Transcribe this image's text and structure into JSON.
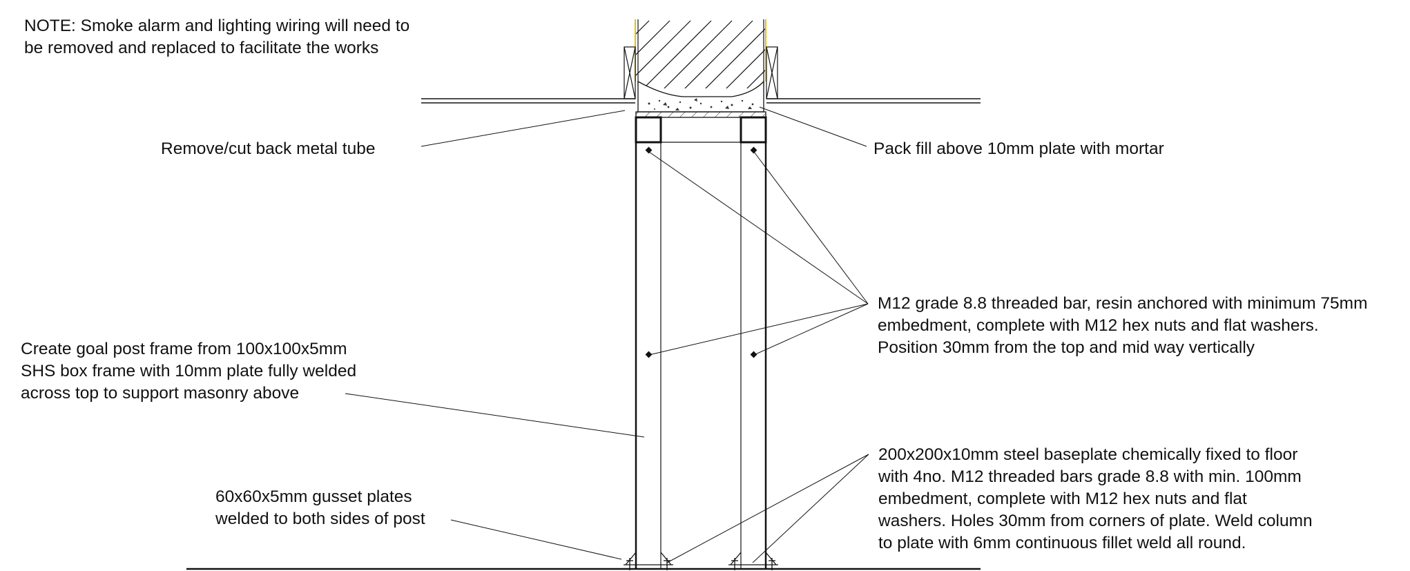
{
  "note": {
    "line1": "NOTE: Smoke alarm and lighting wiring will need to",
    "line2": "be removed and replaced to facilitate the works"
  },
  "labels": {
    "remove_tube": "Remove/cut back metal tube",
    "pack_fill": "Pack fill above 10mm plate with mortar",
    "threaded_bar": {
      "line1": "M12 grade 8.8 threaded bar, resin anchored with minimum 75mm",
      "line2": "embedment, complete with M12 hex nuts and flat washers.",
      "line3": "Position 30mm from the top and mid way vertically"
    },
    "goal_post": {
      "line1": "Create goal post frame from 100x100x5mm",
      "line2": "SHS box frame with 10mm plate fully welded",
      "line3": "across top to support masonry above"
    },
    "baseplate": {
      "line1": "200x200x10mm steel baseplate chemically fixed to floor",
      "line2": "with 4no. M12 threaded bars grade 8.8 with min. 100mm",
      "line3": "embedment, complete with M12 hex nuts and flat",
      "line4": "washers. Holes 30mm from corners of plate. Weld column",
      "line5": "to plate with 6mm continuous fillet weld all round."
    },
    "gusset": {
      "line1": "60x60x5mm gusset plates",
      "line2": "welded to both sides of post"
    }
  },
  "colors": {
    "line": "#111111",
    "wiring": "#e6c300"
  }
}
